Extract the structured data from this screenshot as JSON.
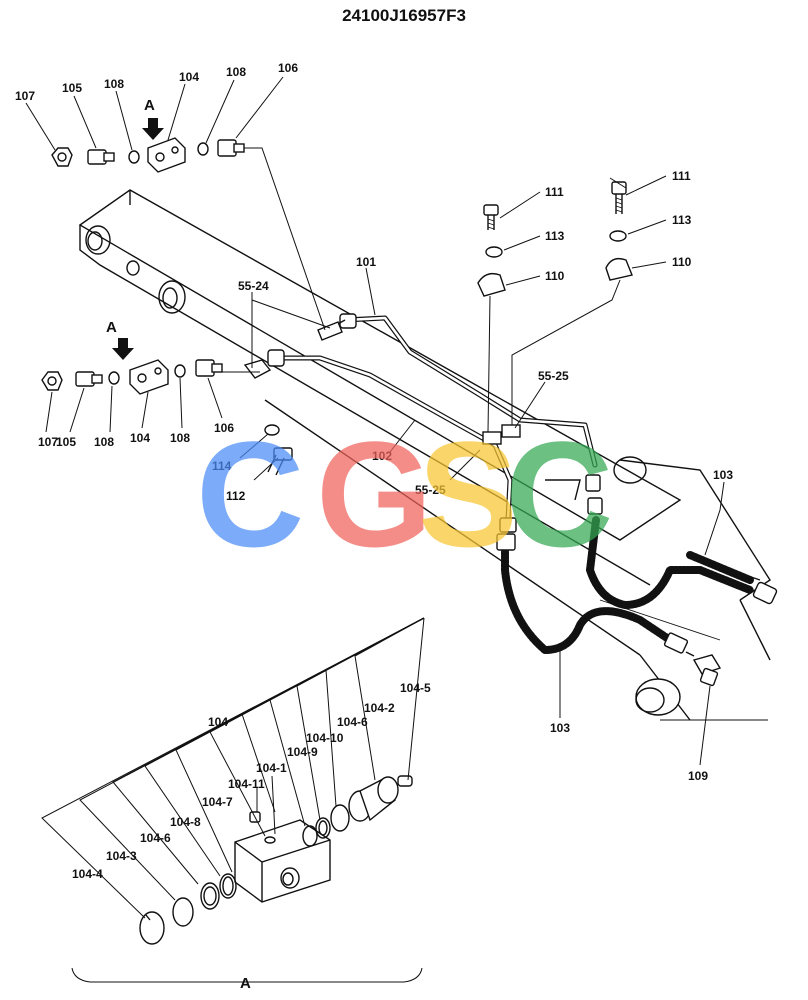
{
  "title": "24100J16957F3",
  "watermark": {
    "letters": [
      "C",
      "G",
      "S",
      "C"
    ],
    "colors": [
      "#4a8cf7",
      "#f0625a",
      "#f7c531",
      "#34a853"
    ]
  },
  "labels": {
    "l101": "101",
    "l102": "102",
    "l103a": "103",
    "l103b": "103",
    "l104_top": "104",
    "l104_mid": "104",
    "l104_bot": "104",
    "l105_top": "105",
    "l105_mid": "105",
    "l106_top": "106",
    "l106_mid": "106",
    "l107_top": "107",
    "l107_mid": "107",
    "l108_top1": "108",
    "l108_top2": "108",
    "l108_mid1": "108",
    "l108_mid2": "108",
    "l109": "109",
    "l110a": "110",
    "l110b": "110",
    "l111a": "111",
    "l111b": "111",
    "l112": "112",
    "l113a": "113",
    "l113b": "113",
    "l114": "114",
    "l55_24": "55-24",
    "l55_25a": "55-25",
    "l55_25b": "55-25",
    "l104_1": "104-1",
    "l104_2": "104-2",
    "l104_3": "104-3",
    "l104_4": "104-4",
    "l104_5": "104-5",
    "l104_6a": "104-6",
    "l104_6b": "104-6",
    "l104_7": "104-7",
    "l104_8": "104-8",
    "l104_9": "104-9",
    "l104_10": "104-10",
    "l104_11": "104-11",
    "viewA_top": "A",
    "viewA_mid": "A",
    "detailA": "A"
  }
}
